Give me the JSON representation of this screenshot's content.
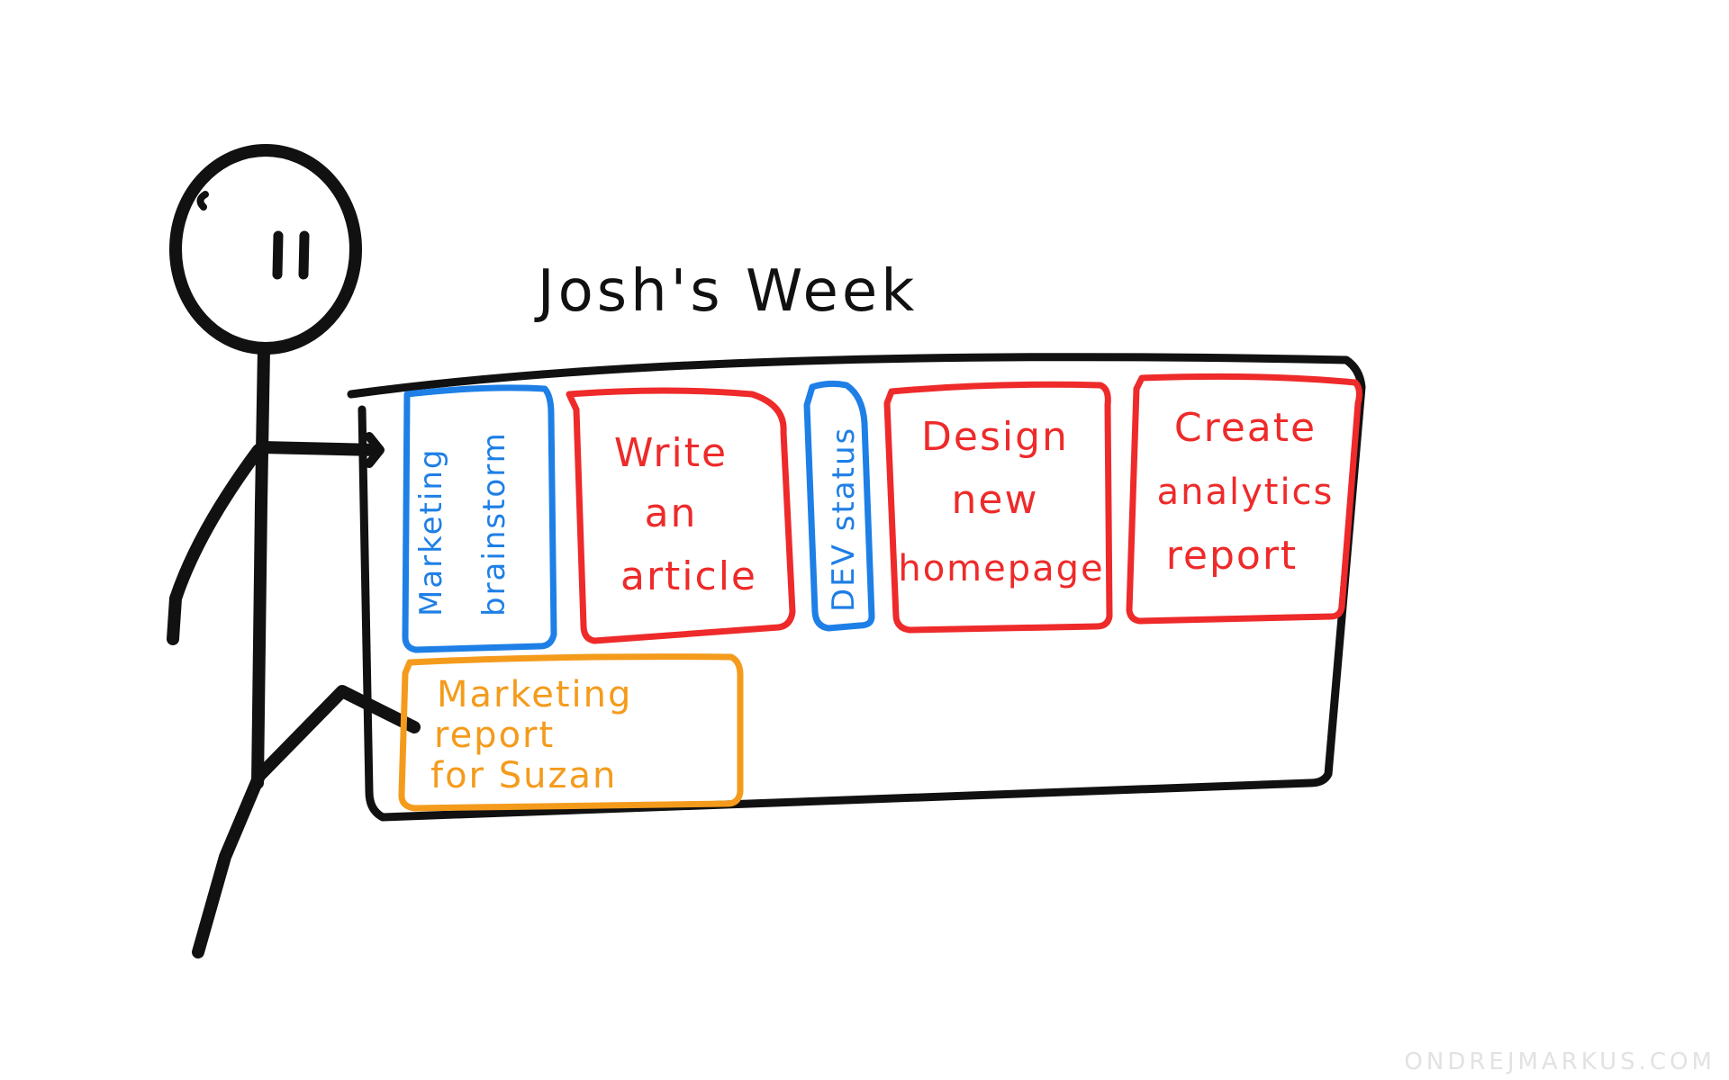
{
  "title": "Josh's Week",
  "colors": {
    "ink": "#111111",
    "blue": "#1e7fe6",
    "red": "#ee2a2a",
    "orange": "#f49b1c",
    "watermark": "#e2e2e2"
  },
  "tasks": [
    {
      "id": "marketing-brainstorm",
      "color": "blue",
      "lines": [
        "Marketing",
        "brainstorm"
      ]
    },
    {
      "id": "write-article",
      "color": "red",
      "lines": [
        "Write",
        "an",
        "article"
      ]
    },
    {
      "id": "dev-status",
      "color": "blue",
      "lines": [
        "DEV status"
      ]
    },
    {
      "id": "design-homepage",
      "color": "red",
      "lines": [
        "Design",
        "new",
        "homepage"
      ]
    },
    {
      "id": "analytics-report",
      "color": "red",
      "lines": [
        "Create",
        "analytics",
        "report"
      ]
    },
    {
      "id": "marketing-report",
      "color": "orange",
      "lines": [
        "Marketing",
        "report",
        "for Suzan"
      ]
    }
  ],
  "watermark": "ONDREJMARKUS.COM"
}
